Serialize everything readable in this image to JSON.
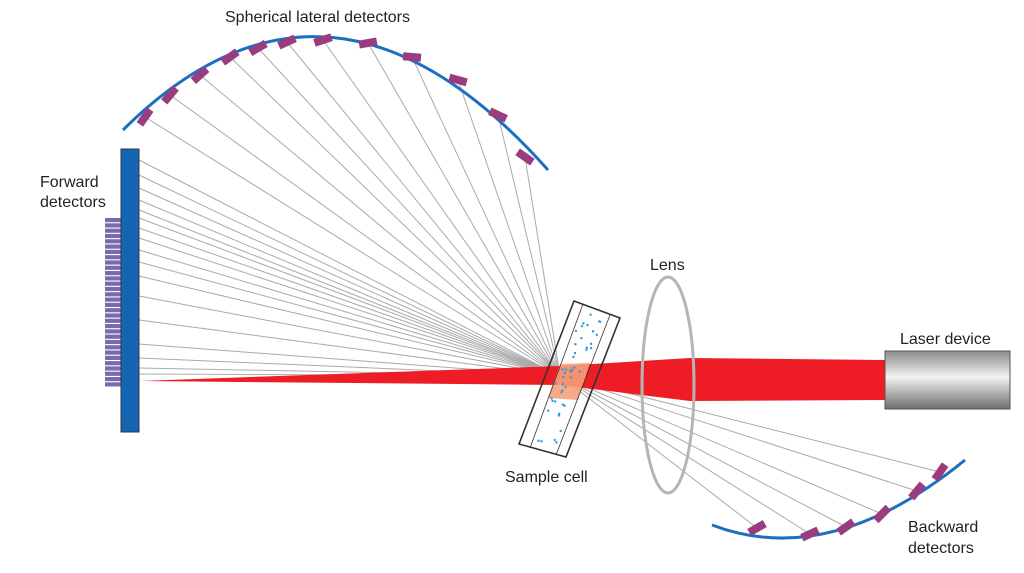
{
  "labels": {
    "lateral": "Spherical lateral detectors",
    "forward_line1": "Forward",
    "forward_line2": "detectors",
    "lens": "Lens",
    "laser": "Laser device",
    "sample": "Sample cell",
    "backward_line1": "Backward",
    "backward_line2": "detectors"
  },
  "colors": {
    "arc": "#1a6fc0",
    "detector": "#9a3d80",
    "forward_plate": "#1466b3",
    "forward_strips": "#7a6bb0",
    "beam": "#ee1c25",
    "ray": "#aaaaaa",
    "particles": "#2a9ad8"
  }
}
